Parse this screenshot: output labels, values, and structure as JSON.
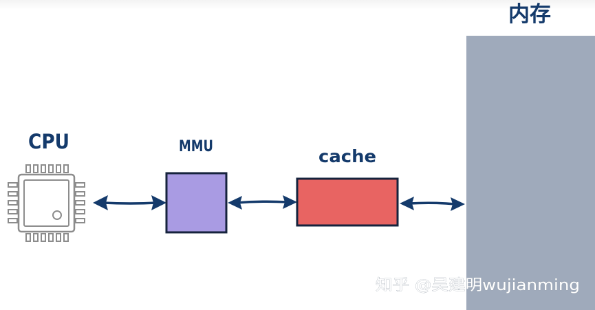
{
  "labels": {
    "cpu": "CPU",
    "mmu": "MMU",
    "cache": "cache",
    "memory": "内存"
  },
  "watermark": "知乎 @吴建明wujianming",
  "colors": {
    "label_text": "#143a6b",
    "arrow": "#143a6b",
    "cpu_outline": "#8c8c8c",
    "mmu_fill": "#a99be3",
    "cache_fill": "#e86462",
    "box_stroke": "#16233d",
    "memory_fill": "#9faabb"
  }
}
